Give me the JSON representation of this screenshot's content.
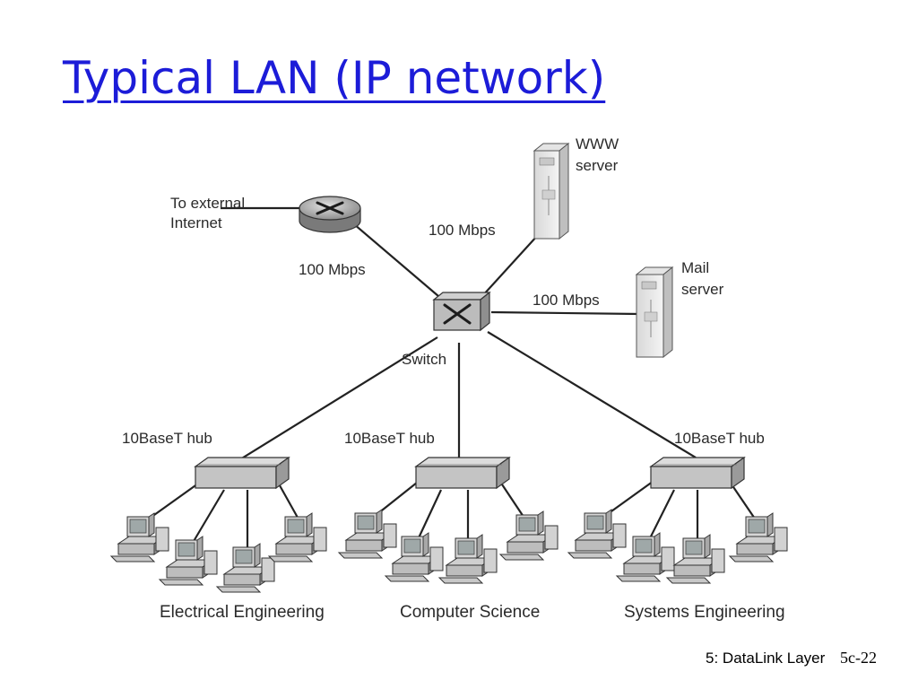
{
  "slide": {
    "title": "Typical LAN (IP network)"
  },
  "diagram": {
    "external": {
      "line1": "To external",
      "line2": "Internet"
    },
    "router_link_speed": "100 Mbps",
    "switch_label": "Switch",
    "www_server": {
      "line1": "WWW",
      "line2": "server",
      "link_speed": "100 Mbps"
    },
    "mail_server": {
      "line1": "Mail",
      "line2": "server",
      "link_speed": "100 Mbps"
    },
    "hubs": [
      {
        "label": "10BaseT hub",
        "department": "Electrical Engineering"
      },
      {
        "label": "10BaseT hub",
        "department": "Computer Science"
      },
      {
        "label": "10BaseT hub",
        "department": "Systems Engineering"
      }
    ]
  },
  "footer": {
    "chapter": "5: DataLink Layer",
    "slide_number": "5c-22"
  }
}
